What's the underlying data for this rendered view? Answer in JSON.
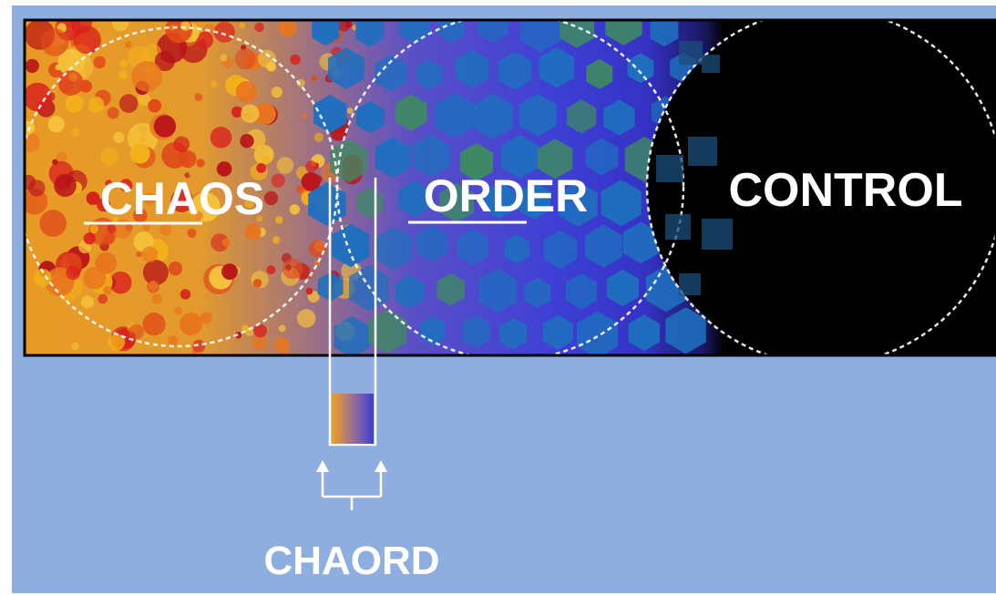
{
  "labels": {
    "chaos": "CHAOS",
    "order": "ORDER",
    "control": "CONTROL",
    "chaord": "CHAORD"
  },
  "colors": {
    "page_background": "#8EAEE0",
    "chaos_orange": "#E89A2A",
    "order_blue": "#3A3FD0",
    "control_black": "#000000",
    "label_white": "#FFFFFF"
  }
}
